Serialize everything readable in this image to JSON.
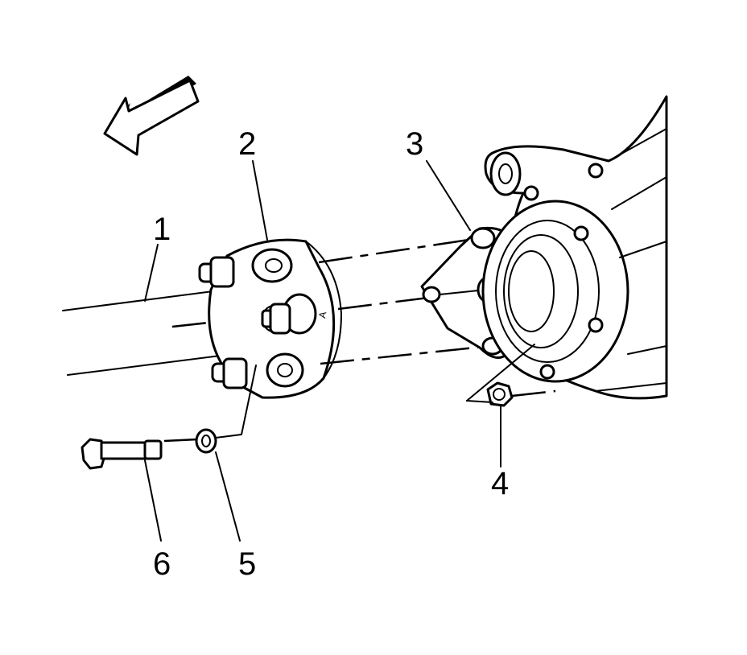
{
  "diagram": {
    "callouts": [
      {
        "id": "1",
        "label": "1"
      },
      {
        "id": "2",
        "label": "2"
      },
      {
        "id": "3",
        "label": "3"
      },
      {
        "id": "4",
        "label": "4"
      },
      {
        "id": "5",
        "label": "5"
      },
      {
        "id": "6",
        "label": "6"
      }
    ],
    "colors": {
      "line": "#000000",
      "background": "#ffffff",
      "arrow_shadow": "#000000"
    },
    "icons": [
      "direction-arrow-icon"
    ]
  }
}
